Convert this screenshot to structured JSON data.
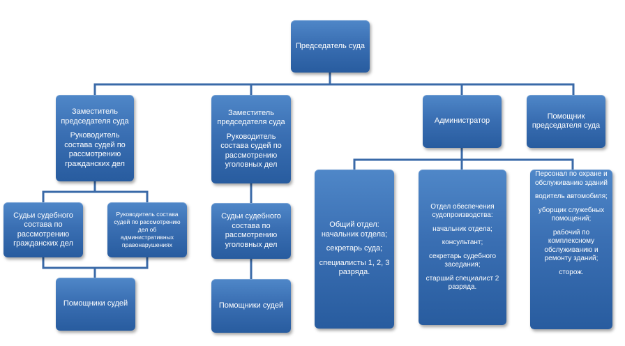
{
  "nodes": {
    "chairman": [
      "Председатель суда"
    ],
    "deputy_civil": [
      "Заместитель председателя суда",
      "Руководитель состава судей по рассмотрению гражданских дел"
    ],
    "deputy_criminal": [
      "Заместитель председателя суда",
      "Руководитель состава судей по рассмотрению уголовных дел"
    ],
    "administrator": [
      "Администратор"
    ],
    "assistant_chairman": [
      "Помощник председателя суда"
    ],
    "judges_civil": [
      "Судьи судебного состава  по рассмотрению гражданских дел"
    ],
    "head_admin_offenses": [
      "Руководитель состава судей по рассмотрению дел об административных правонарушениях"
    ],
    "assistants_civil": [
      "Помощники судей"
    ],
    "judges_criminal": [
      "Судьи судебного состава по рассмотрению уголовных дел"
    ],
    "assistants_criminal": [
      "Помощники судей"
    ],
    "general_dept": [
      "Общий отдел: начальник отдела;",
      "секретарь суда;",
      "специалисты 1, 2, 3 разряда."
    ],
    "court_support_dept": [
      "Отдел обеспечения судопроизводства:",
      "начальник отдела;",
      "консультант;",
      "секретарь судебного заседания;",
      "старший специалист 2 разряда."
    ],
    "staff": [
      "Персонал по охране и обслуживанию зданий",
      "водитель автомобиля;",
      "уборщик служебных помощений;",
      "рабочий по комплексному обслуживанию и ремонту зданий;",
      "сторож."
    ]
  },
  "colors": {
    "box_fill": "#3a6fb3",
    "box_text": "#ffffff",
    "connector": "#3a6aa8"
  }
}
